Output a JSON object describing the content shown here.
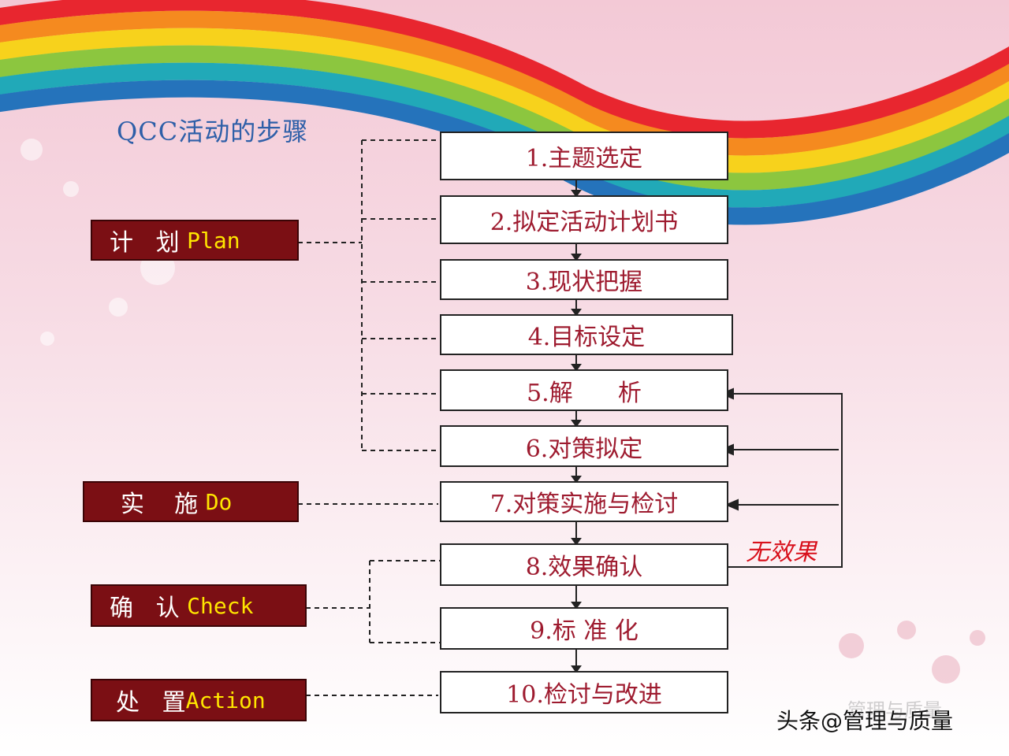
{
  "title": "QCC活动的步骤",
  "steps": [
    "1.主题选定",
    "2.拟定活动计划书",
    "3.现状把握",
    "4.目标设定",
    "5.解      析",
    "6.对策拟定",
    "7.对策实施与检讨",
    "8.效果确认",
    "9.标 准 化",
    "10.检讨与改进"
  ],
  "phases": [
    {
      "cn": "计   划 ",
      "en": "Plan"
    },
    {
      "cn": "实    施 ",
      "en": "Do"
    },
    {
      "cn": "确   认 ",
      "en": "Check"
    },
    {
      "cn": "处   置",
      "en": "Action"
    }
  ],
  "feedback_label": "无效果",
  "watermark": "头条@管理与质量",
  "watermark_ghost": "管理与质量",
  "colors": {
    "step_text": "#9e1b2f",
    "phase_bg": "#7b0f14",
    "phase_en": "#ffe600",
    "title": "#2e5fa8",
    "noeffect": "#d8101b"
  }
}
